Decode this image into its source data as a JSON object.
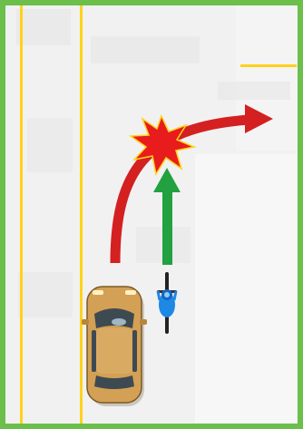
{
  "scene": {
    "kind": "traffic-illustration",
    "vehicles": [
      "car",
      "bicycle"
    ],
    "car_color": "#d4a055",
    "cyclist_color": "#1e88e5",
    "turn_arrow_color": "#d42020",
    "straight_arrow_color": "#23a140",
    "collision_color": "#e81c1c",
    "road_marking_color": "#ffd21a",
    "border_color": "#6bbf4a"
  }
}
